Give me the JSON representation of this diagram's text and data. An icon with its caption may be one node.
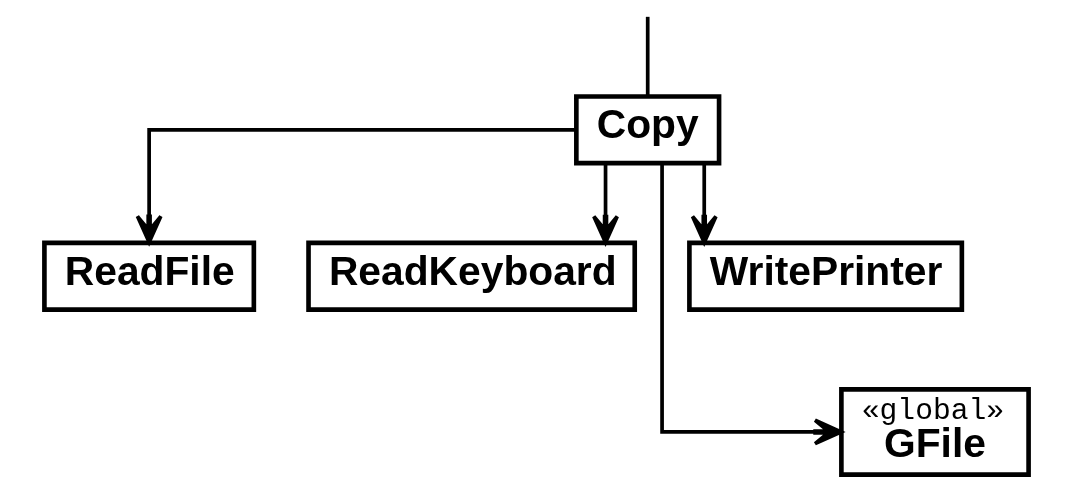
{
  "diagram": {
    "nodes": [
      {
        "text": [
          "Copy"
        ]
      },
      {
        "text": [
          "ReadFile"
        ]
      },
      {
        "text": [
          "ReadKeyboard"
        ]
      },
      {
        "text": [
          "WritePrinter"
        ]
      },
      {
        "text": [
          "«global»",
          "GFile"
        ]
      }
    ],
    "edges": [
      {
        "from": null,
        "to": 0,
        "arrow": "none"
      },
      {
        "from": 0,
        "to": 1,
        "arrow": "to"
      },
      {
        "from": 0,
        "to": 2,
        "arrow": "to"
      },
      {
        "from": 0,
        "to": 3,
        "arrow": "to"
      },
      {
        "from": 0,
        "to": 4,
        "arrow": "to"
      }
    ]
  }
}
